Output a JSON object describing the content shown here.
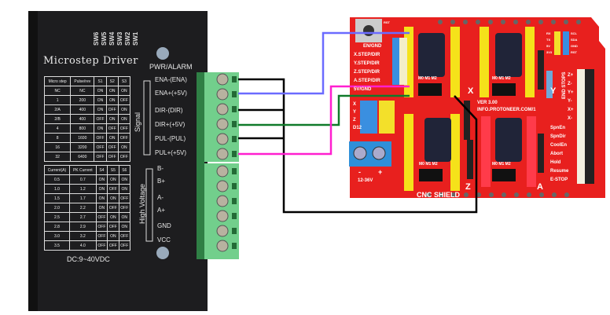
{
  "driver": {
    "title": "Microstep Driver",
    "switches": [
      "SW6",
      "SW5",
      "SW4",
      "SW3",
      "SW2",
      "SW1"
    ],
    "power_label": "PWR/ALARM",
    "signal_group": "Signal",
    "signal_pins": [
      "ENA-(ENA)",
      "ENA+(+5V)",
      "DIR-(DIR)",
      "DIR+(+5V)",
      "PUL-(PUL)",
      "PUL+(+5V)"
    ],
    "hv_group": "High Voltage",
    "hv_pins": [
      "B-",
      "B+",
      "A-",
      "A+",
      "GND",
      "VCC"
    ],
    "supply": "DC:9~40VDC",
    "microstep_table": {
      "headers": [
        "Micro step",
        "Pulse/rev",
        "S1",
        "S2",
        "S3"
      ],
      "rows": [
        [
          "NC",
          "NC",
          "ON",
          "ON",
          "ON"
        ],
        [
          "1",
          "200",
          "ON",
          "ON",
          "OFF"
        ],
        [
          "2/A",
          "400",
          "ON",
          "OFF",
          "ON"
        ],
        [
          "2/B",
          "400",
          "OFF",
          "ON",
          "ON"
        ],
        [
          "4",
          "800",
          "ON",
          "OFF",
          "OFF"
        ],
        [
          "8",
          "1600",
          "OFF",
          "ON",
          "OFF"
        ],
        [
          "16",
          "3200",
          "OFF",
          "OFF",
          "ON"
        ],
        [
          "32",
          "6400",
          "OFF",
          "OFF",
          "OFF"
        ]
      ]
    },
    "current_table": {
      "headers": [
        "Current(A)",
        "PK Current",
        "S4",
        "S5",
        "S6"
      ],
      "rows": [
        [
          "0.5",
          "0.7",
          "ON",
          "ON",
          "ON"
        ],
        [
          "1.0",
          "1.2",
          "ON",
          "OFF",
          "ON"
        ],
        [
          "1.5",
          "1.7",
          "ON",
          "ON",
          "OFF"
        ],
        [
          "2.0",
          "2.2",
          "ON",
          "OFF",
          "OFF"
        ],
        [
          "2.5",
          "2.7",
          "OFF",
          "ON",
          "ON"
        ],
        [
          "2.8",
          "2.9",
          "OFF",
          "OFF",
          "ON"
        ],
        [
          "3.0",
          "3.2",
          "OFF",
          "ON",
          "OFF"
        ],
        [
          "3.5",
          "4.0",
          "OFF",
          "OFF",
          "OFF"
        ]
      ]
    }
  },
  "shield": {
    "name": "CNC SHIELD",
    "version": "VER 3.00",
    "url": "INFO.PROTONEER.COM/1",
    "pin_labels": [
      "EN/GND",
      "X.STEP/DIR",
      "Y.STEP/DIR",
      "Z.STEP/DIR",
      "A.STEP/DIR",
      "5V/GND"
    ],
    "axis_rows": [
      "X",
      "Y",
      "Z",
      "D12"
    ],
    "axis_slots": [
      "X",
      "Y",
      "Z",
      "A"
    ],
    "jumper_label": "M0 M1 M2",
    "end_stops_title": "END STOPS",
    "end_stops": [
      "Z+",
      "Z-",
      "Y+",
      "Y-",
      "X+",
      "X-"
    ],
    "control_pins": [
      "SpnEn",
      "SpnDir",
      "CoolEn",
      "Abort",
      "Hold",
      "Resume",
      "E-STOP"
    ],
    "power_terminal": {
      "minus": "-",
      "plus": "+",
      "voltage": "12-36V"
    },
    "uart_labels": [
      "RX",
      "TX",
      "5V",
      "3V3"
    ],
    "i2c_labels": [
      "SCL",
      "SDA",
      "GND",
      "RST"
    ],
    "reset_label": "RST"
  },
  "colors": {
    "driver_body": "#1d1d1f",
    "terminal": "#6fcf8a",
    "shield": "#e8201e",
    "header_yellow": "#f5e21a",
    "wire_ground": "#000000",
    "wire_enable": "#6b6bff",
    "wire_direction": "#107a2a",
    "wire_pulse": "#ff1fcf"
  }
}
